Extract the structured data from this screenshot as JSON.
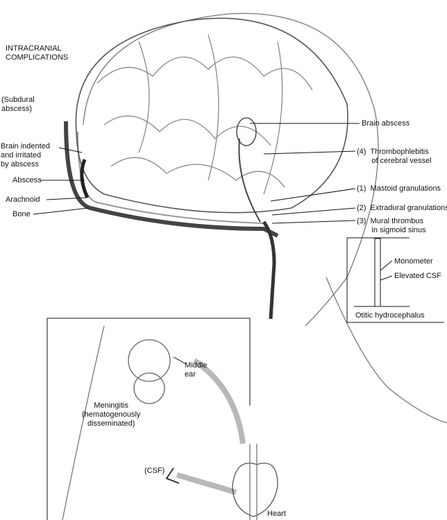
{
  "title": "INTRACRANIAL\nCOMPLICATIONS",
  "left_labels": {
    "subdural": "(Subdural\nabscess)",
    "brain_indented": "Brain indented\nand irritated\nby abscess",
    "abscess": "Abscess",
    "arachnoid": "Arachnoid",
    "bone": "Bone"
  },
  "right_labels": {
    "brain_abscess": "Brain abscess",
    "thrombophlebitis": "(4)  Thrombophlebitis\n       of cerebral vessel",
    "mastoid": "(1)  Mastoid granulations",
    "extradural": "(2)  Extradural granulations",
    "mural": "(3)  Mural thrombus\n       in sigmoid sinus"
  },
  "inset": {
    "manometer": "Monometer",
    "elevated_csf": "Elevated CSF",
    "caption": "Otitic hydrocephalus"
  },
  "lower_labels": {
    "middle_ear": "Middle\near",
    "meningitis": "Meningitis\n(hematogenously\ndisseminated)",
    "csf": "(CSF)",
    "heart": "Heart"
  }
}
